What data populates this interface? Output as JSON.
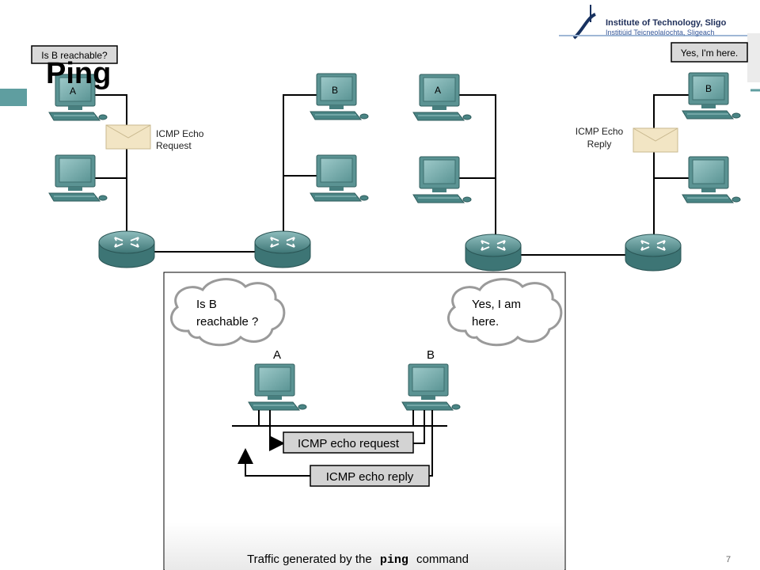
{
  "slide": {
    "title": "Ping",
    "page_number": "7"
  },
  "logo": {
    "line1": "Institute of Technology, Sligo",
    "line2": "Institiúid Teicneolaíochta, Sligeach"
  },
  "top_diagram": {
    "question_callout": "Is B reachable?",
    "answer_callout": "Yes, I'm here.",
    "host_a_label": "A",
    "host_b_label": "B",
    "request_label_line1": "ICMP Echo",
    "request_label_line2": "Request",
    "reply_label_line1": "ICMP Echo",
    "reply_label_line2": "Reply"
  },
  "inset_diagram": {
    "cloud_left_line1": "Is B",
    "cloud_left_line2": "reachable ?",
    "cloud_right_line1": "Yes, I am",
    "cloud_right_line2": "here.",
    "host_a_label": "A",
    "host_b_label": "B",
    "echo_request": "ICMP echo request",
    "echo_reply": "ICMP echo reply",
    "caption_before": "Traffic generated by the",
    "caption_command": "ping",
    "caption_after": "command"
  },
  "colors": {
    "device_teal": "#4f8b8b",
    "line": "#000000",
    "accent_band": "#5f9ea0"
  }
}
